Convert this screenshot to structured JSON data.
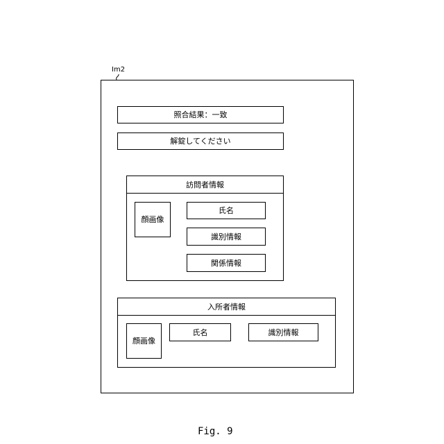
{
  "screen_ref": "Im2",
  "match_result": "照合結果：一致",
  "unlock_prompt": "解錠してください",
  "visitor": {
    "title": "訪問者情報",
    "face": "顔画像",
    "name": "氏名",
    "id_info": "識別情報",
    "relation": "関係情報"
  },
  "resident": {
    "title": "入所者情報",
    "face": "顔画像",
    "name": "氏名",
    "id_info": "識別情報"
  },
  "figure_caption": "Fig. 9"
}
